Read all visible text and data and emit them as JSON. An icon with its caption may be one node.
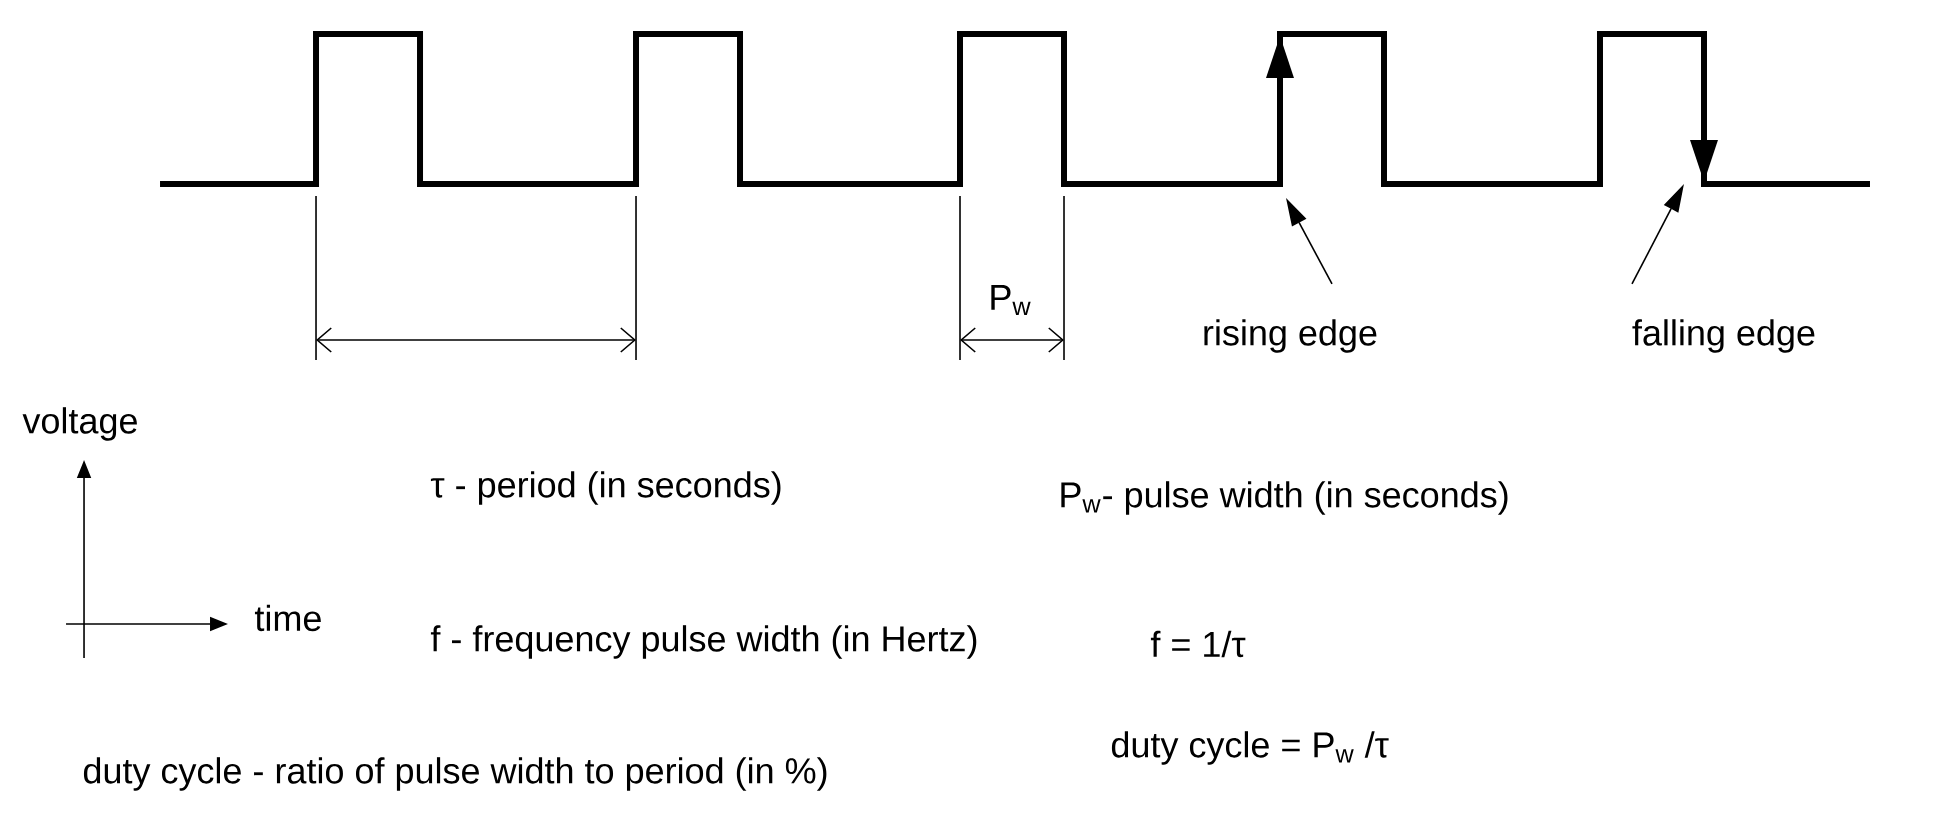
{
  "diagram": {
    "nodes": [
      {
        "text": [
          "rising edge"
        ]
      },
      {
        "text": [
          "falling edge"
        ]
      }
    ],
    "edges": [
      {
        "from": 0,
        "to": null,
        "arrow": "to"
      },
      {
        "from": 1,
        "to": null,
        "arrow": "to"
      }
    ],
    "labels": [
      "P$_{w}$",
      "voltage",
      "τ - period (in seconds)",
      "P$_{w}$- pulse width (in seconds)",
      "time",
      "f - frequency pulse width (in Hertz)",
      "f = 1/τ",
      "duty cycle = P$_{w}$ /τ",
      "duty cycle - ratio of pulse width to period (in %)"
    ]
  }
}
